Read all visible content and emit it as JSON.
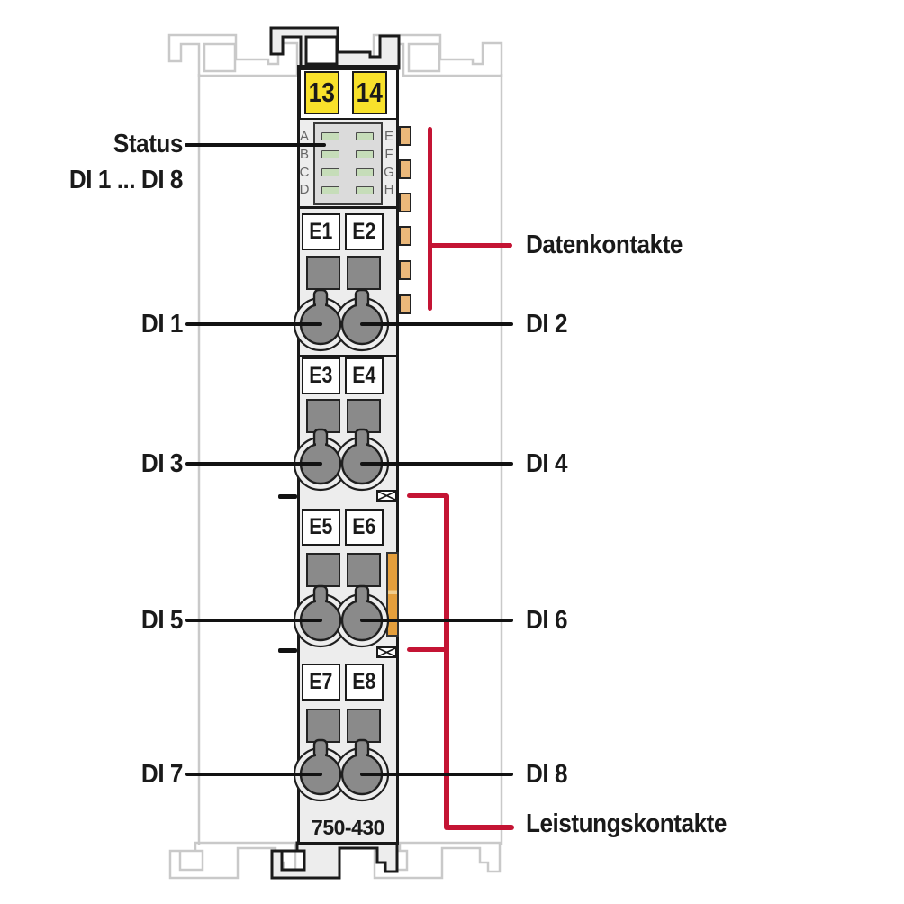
{
  "module": {
    "part_number": "750-430",
    "terminal_numbers": [
      "13",
      "14"
    ],
    "led_letters_left": [
      "A",
      "B",
      "C",
      "D"
    ],
    "led_letters_right": [
      "E",
      "F",
      "G",
      "H"
    ],
    "channel_labels": [
      "E1",
      "E2",
      "E3",
      "E4",
      "E5",
      "E6",
      "E7",
      "E8"
    ]
  },
  "annotations": {
    "status_label": "Status",
    "status_range_label": "DI 1 ... DI 8",
    "input_labels_left": [
      "DI 1",
      "DI 3",
      "DI 5",
      "DI 7"
    ],
    "input_labels_right": [
      "DI 2",
      "DI 4",
      "DI 6",
      "DI 8"
    ],
    "data_contacts_label": "Datenkontakte",
    "power_contacts_label": "Leistungskontakte"
  },
  "colors": {
    "accent_red": "#C41434",
    "terminal_yellow": "#F8E12B",
    "contact_gold": "#EBB87A",
    "led_green": "#C6DDB9",
    "module_body": "#EDEDED",
    "terminal_dark": "#8A8A8A",
    "latch_orange": "#E59F3C"
  }
}
